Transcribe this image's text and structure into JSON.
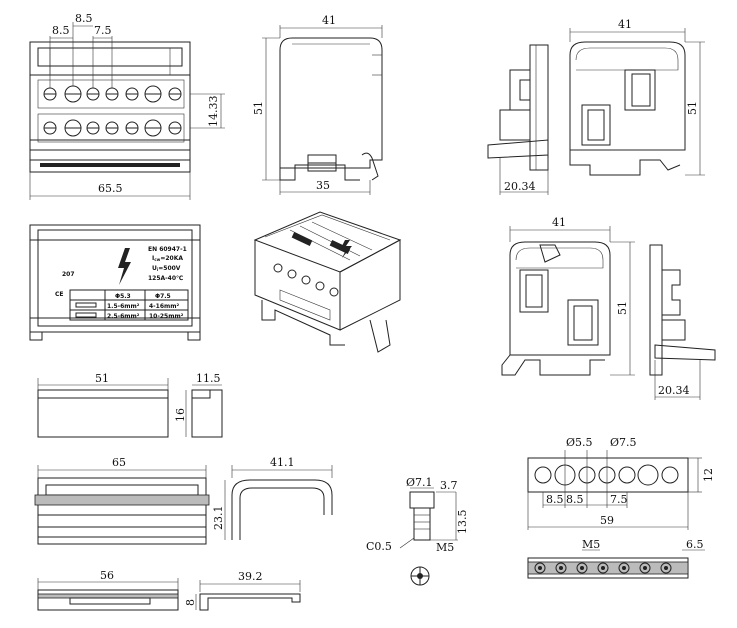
{
  "front_view": {
    "dims": [
      "8.5",
      "8.5",
      "7.5",
      "14.33",
      "65.5"
    ]
  },
  "side_view_cover": {
    "dims": [
      "41",
      "51",
      "35"
    ]
  },
  "side_view_rail": {
    "dims": [
      "41",
      "51",
      "20.34"
    ]
  },
  "label_plate": {
    "standard": "EN 60947-1",
    "icw": "I",
    "icw_sub": "cw",
    "icw_val": "=20KA",
    "ui": "U",
    "ui_sub": "i",
    "ui_val": "=500V",
    "rating": "125A-40℃",
    "model": "207",
    "ce": "CE",
    "table_head": [
      "Φ5.3",
      "Φ7.5"
    ],
    "table_row1": [
      "1.5-6mm²",
      "4-16mm²"
    ],
    "table_row2": [
      "2.5-6mm²",
      "10-25mm²"
    ]
  },
  "side_view_2": {
    "dims": [
      "41",
      "51",
      "20.34"
    ]
  },
  "cover_small": {
    "dims": [
      "51",
      "11.5",
      "16"
    ]
  },
  "cover_long": {
    "dims": [
      "65",
      "41.1",
      "23.1"
    ]
  },
  "screw": {
    "dims": [
      "Ø7.1",
      "3.7",
      "13.5",
      "C0.5",
      "M5"
    ]
  },
  "busbar": {
    "dims": [
      "Ø5.5",
      "Ø7.5",
      "12",
      "8.5",
      "8.5",
      "7.5",
      "59",
      "M5",
      "6.5"
    ]
  },
  "base_strip": {
    "dims": [
      "56",
      "39.2",
      "8"
    ]
  }
}
